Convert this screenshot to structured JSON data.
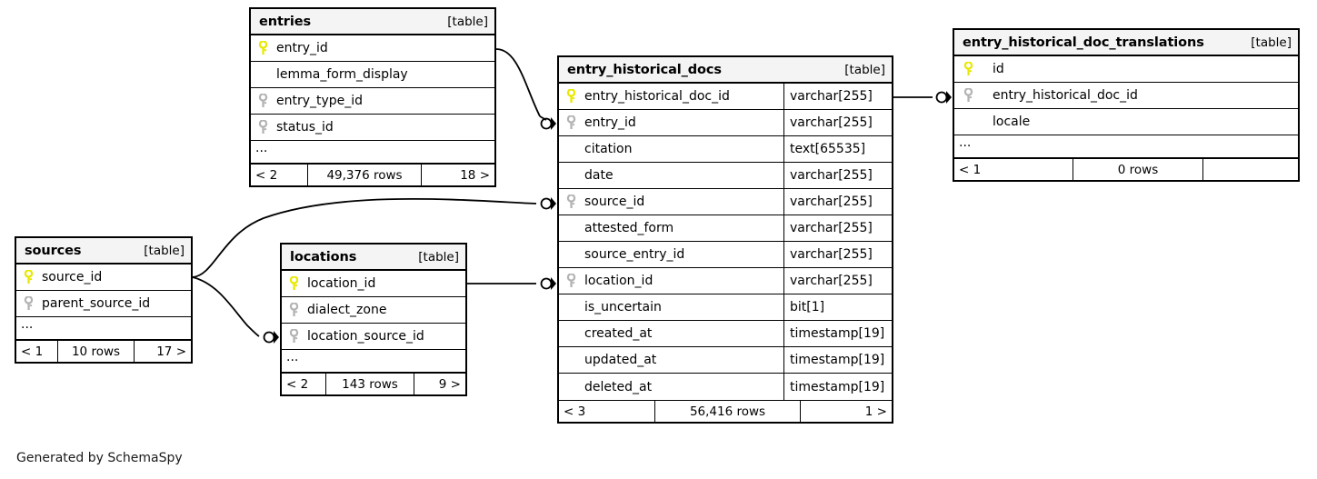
{
  "diagram": {
    "type": "entity-relationship-diagram",
    "credit": "Generated by SchemaSpy",
    "table_tag": "[table]",
    "ellipsis": "...",
    "key_colors": {
      "primary": "#e8e800",
      "foreign": "#b3b3b3"
    }
  },
  "tables": {
    "entries": {
      "name": "entries",
      "tag": "[table]",
      "columns": [
        {
          "name": "entry_id",
          "key": "primary",
          "type": ""
        },
        {
          "name": "lemma_form_display",
          "key": "none",
          "type": ""
        },
        {
          "name": "entry_type_id",
          "key": "foreign",
          "type": ""
        },
        {
          "name": "status_id",
          "key": "foreign",
          "type": ""
        }
      ],
      "more": "...",
      "footer": {
        "prev": "< 2",
        "rows": "49,376 rows",
        "next": "18 >"
      }
    },
    "entry_historical_docs": {
      "name": "entry_historical_docs",
      "tag": "[table]",
      "columns": [
        {
          "name": "entry_historical_doc_id",
          "key": "primary",
          "type": "varchar[255]"
        },
        {
          "name": "entry_id",
          "key": "foreign",
          "type": "varchar[255]"
        },
        {
          "name": "citation",
          "key": "none",
          "type": "text[65535]"
        },
        {
          "name": "date",
          "key": "none",
          "type": "varchar[255]"
        },
        {
          "name": "source_id",
          "key": "foreign",
          "type": "varchar[255]"
        },
        {
          "name": "attested_form",
          "key": "none",
          "type": "varchar[255]"
        },
        {
          "name": "source_entry_id",
          "key": "none",
          "type": "varchar[255]"
        },
        {
          "name": "location_id",
          "key": "foreign",
          "type": "varchar[255]"
        },
        {
          "name": "is_uncertain",
          "key": "none",
          "type": "bit[1]"
        },
        {
          "name": "created_at",
          "key": "none",
          "type": "timestamp[19]"
        },
        {
          "name": "updated_at",
          "key": "none",
          "type": "timestamp[19]"
        },
        {
          "name": "deleted_at",
          "key": "none",
          "type": "timestamp[19]"
        }
      ],
      "more": "",
      "footer": {
        "prev": "< 3",
        "rows": "56,416 rows",
        "next": "1 >"
      }
    },
    "entry_historical_doc_translations": {
      "name": "entry_historical_doc_translations",
      "tag": "[table]",
      "columns": [
        {
          "name": "id",
          "key": "primary",
          "type": ""
        },
        {
          "name": "entry_historical_doc_id",
          "key": "foreign",
          "type": ""
        },
        {
          "name": "locale",
          "key": "none",
          "type": ""
        }
      ],
      "more": "...",
      "footer": {
        "prev": "< 1",
        "rows": "0 rows",
        "next": ""
      }
    },
    "sources": {
      "name": "sources",
      "tag": "[table]",
      "columns": [
        {
          "name": "source_id",
          "key": "primary",
          "type": ""
        },
        {
          "name": "parent_source_id",
          "key": "foreign",
          "type": ""
        }
      ],
      "more": "...",
      "footer": {
        "prev": "< 1",
        "rows": "10 rows",
        "next": "17 >"
      }
    },
    "locations": {
      "name": "locations",
      "tag": "[table]",
      "columns": [
        {
          "name": "location_id",
          "key": "primary",
          "type": ""
        },
        {
          "name": "dialect_zone",
          "key": "foreign",
          "type": ""
        },
        {
          "name": "location_source_id",
          "key": "foreign",
          "type": ""
        }
      ],
      "more": "...",
      "footer": {
        "prev": "< 2",
        "rows": "143 rows",
        "next": "9 >"
      }
    }
  },
  "relationships": [
    {
      "from": "entries.entry_id",
      "to": "entry_historical_docs.entry_id"
    },
    {
      "from": "entry_historical_docs.entry_historical_doc_id",
      "to": "entry_historical_doc_translations.entry_historical_doc_id"
    },
    {
      "from": "sources.source_id",
      "to": "entry_historical_docs.source_id"
    },
    {
      "from": "sources.source_id",
      "to": "locations.location_source_id"
    },
    {
      "from": "locations.location_id",
      "to": "entry_historical_docs.location_id"
    }
  ]
}
